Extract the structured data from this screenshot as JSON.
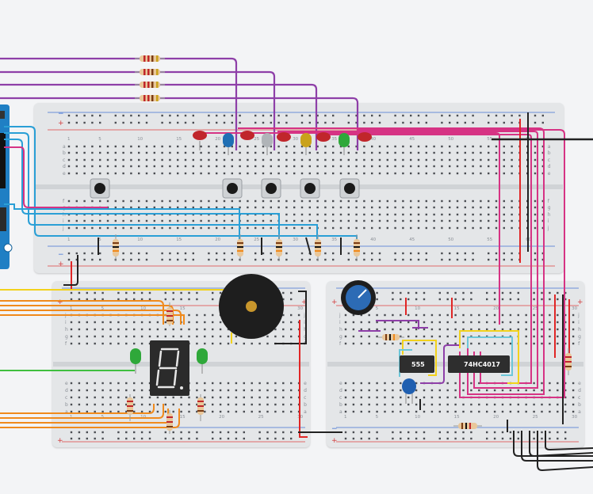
{
  "boards": {
    "main": {
      "column_numbers": [
        "1",
        "5",
        "10",
        "15",
        "20",
        "25",
        "30",
        "35",
        "40",
        "45",
        "50",
        "55",
        "60"
      ],
      "row_letters": [
        "a",
        "b",
        "c",
        "d",
        "e",
        "f",
        "g",
        "h",
        "i",
        "j"
      ]
    },
    "bottom_left": {
      "column_numbers": [
        "1",
        "5",
        "10",
        "15",
        "20",
        "25",
        "30"
      ],
      "row_letters": [
        "j",
        "i",
        "h",
        "g",
        "f",
        "e",
        "d",
        "c",
        "b",
        "a"
      ]
    },
    "bottom_right": {
      "column_numbers": [
        "1",
        "5",
        "10",
        "15",
        "20",
        "25",
        "30"
      ],
      "row_letters": [
        "j",
        "i",
        "h",
        "g",
        "f",
        "e",
        "d",
        "c",
        "b",
        "a"
      ]
    },
    "rail_plus": "+",
    "rail_minus": "−"
  },
  "chips": {
    "timer_label": "555",
    "counter_label": "74HC4017"
  },
  "colors": {
    "wire_purple": "#8e3fa8",
    "wire_blue": "#2a9fd6",
    "wire_magenta": "#d63384",
    "wire_red": "#e02626",
    "wire_black": "#222222",
    "wire_orange": "#f08a1c",
    "wire_yellow": "#f2d21c",
    "wire_green": "#3fbf3f",
    "wire_lightblue": "#6cc7d9",
    "arduino_blue": "#1f7fc4",
    "led_red": "#c0262b",
    "led_blue": "#1f6fb4",
    "led_white": "#b0b4b8",
    "led_yellow": "#c9a21a",
    "led_green": "#2fa83a",
    "buzzer": "#1e1e1e",
    "potentiometer": "#2c6bb5",
    "capacitor": "#1f5fb0"
  },
  "icons": {
    "buzzer": "buzzer-icon",
    "potentiometer": "potentiometer-icon",
    "seven_segment": "seven-segment-display-icon",
    "push_button": "push-button-icon",
    "led": "led-icon",
    "resistor": "resistor-icon",
    "capacitor": "capacitor-icon"
  }
}
